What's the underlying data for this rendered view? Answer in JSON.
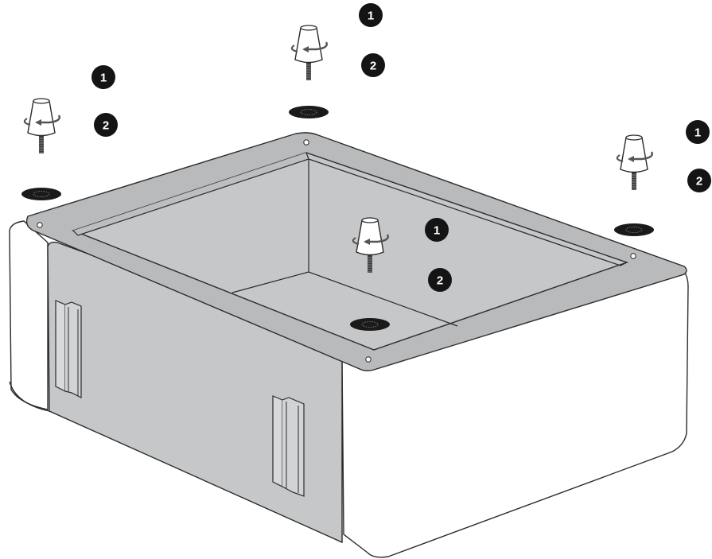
{
  "diagram": {
    "step_labels": [
      "1",
      "2"
    ],
    "colors": {
      "outline": "#2b2b2b",
      "panel_fill": "#c6c7c8",
      "flange_fill": "#b9babb",
      "body_fill": "#ffffff",
      "badge_fill": "#141414",
      "badge_text": "#ffffff",
      "pad_fill": "#1a1a1a",
      "arrow": "#555555"
    },
    "feet": [
      {
        "id": "foot-top"
      },
      {
        "id": "foot-left"
      },
      {
        "id": "foot-right"
      },
      {
        "id": "foot-center"
      }
    ]
  }
}
